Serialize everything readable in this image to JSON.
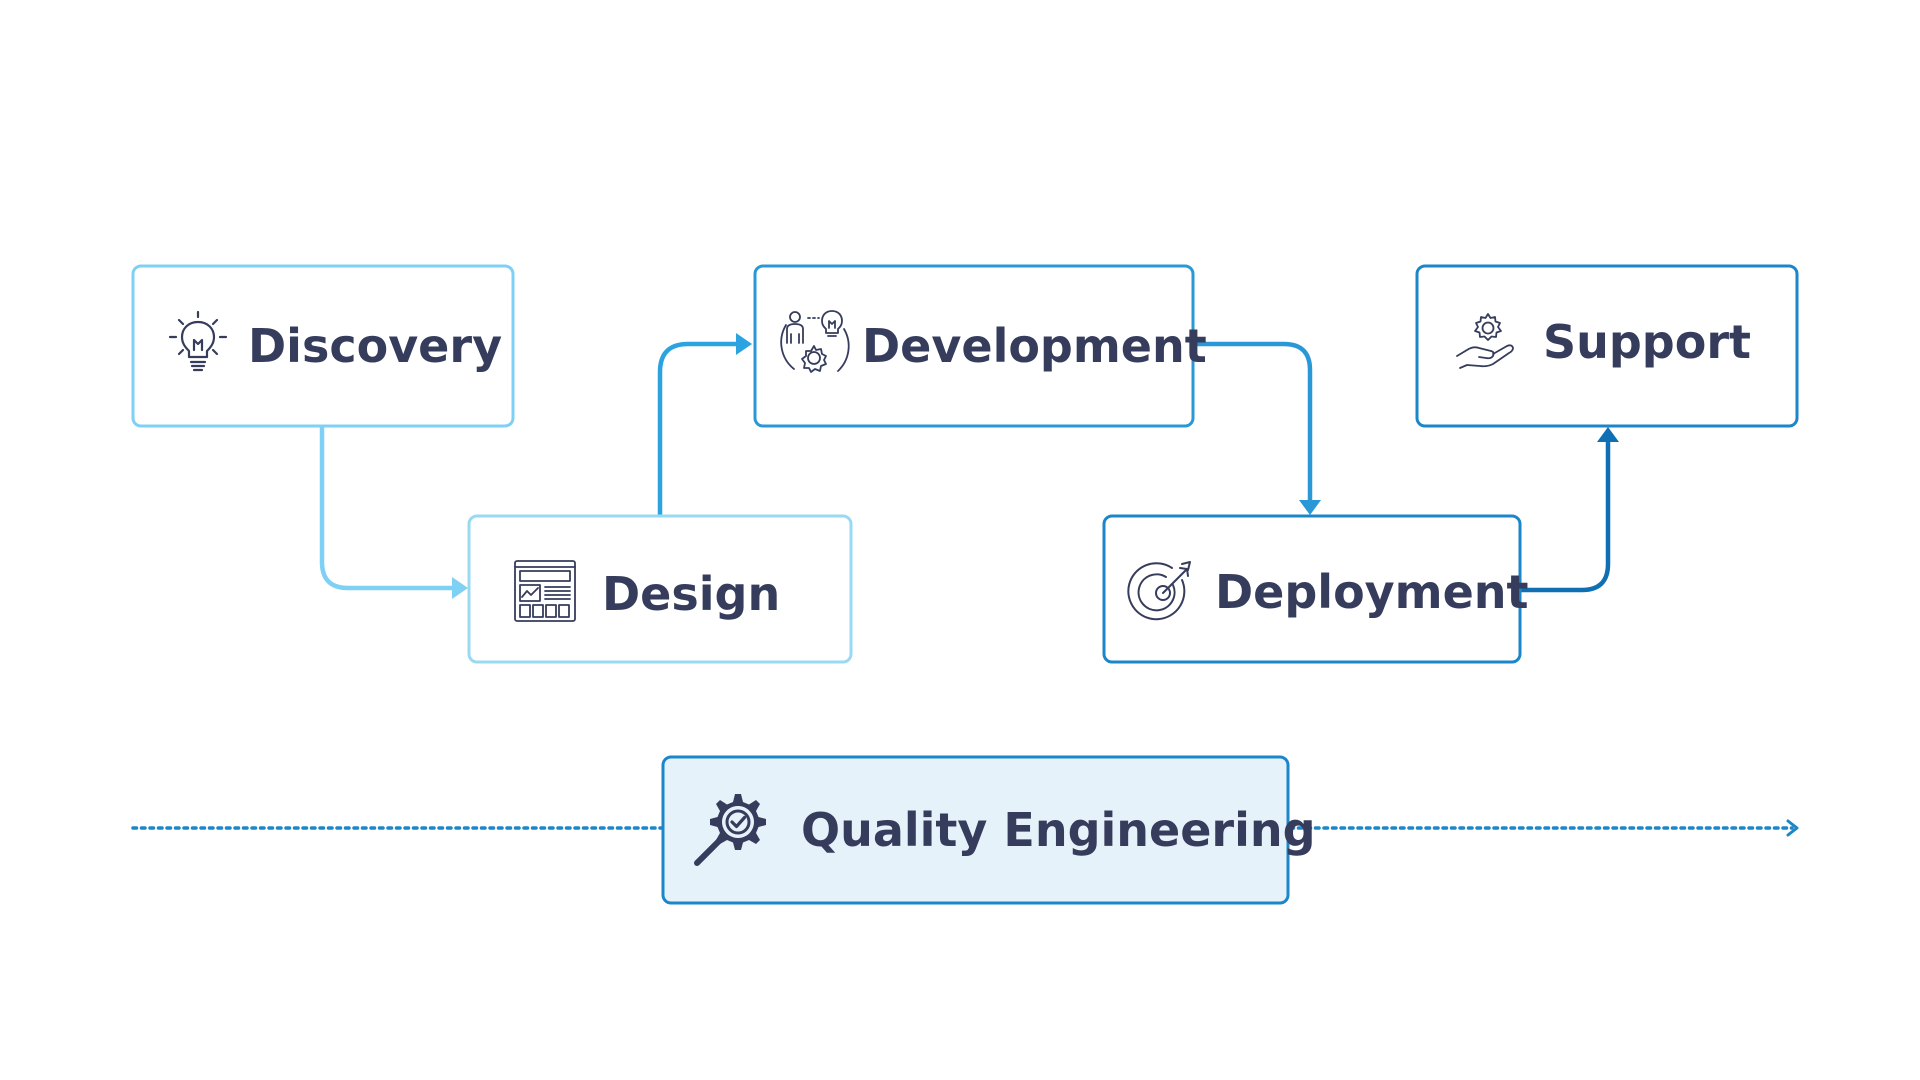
{
  "stages": [
    {
      "id": "discovery",
      "label": "Discovery",
      "icon": "lightbulb-icon",
      "color": "#7fd0f5"
    },
    {
      "id": "design",
      "label": "Design",
      "icon": "wireframe-layout-icon",
      "color": "#9ad9f3"
    },
    {
      "id": "development",
      "label": "Development",
      "icon": "team-idea-gear-icon",
      "color": "#2a98d6"
    },
    {
      "id": "deployment",
      "label": "Deployment",
      "icon": "target-arrow-icon",
      "color": "#1c86c9"
    },
    {
      "id": "support",
      "label": "Support",
      "icon": "hand-gear-icon",
      "color": "#1c86c9"
    }
  ],
  "quality": {
    "label": "Quality Engineering",
    "icon": "gear-magnifier-check-icon",
    "fill": "#e6f2fa",
    "border": "#1c86c9"
  },
  "colors": {
    "text": "#363c5c",
    "connector_light": "#7fd0f5",
    "connector_mid": "#2aa3e0",
    "connector_dark": "#1c86c9",
    "connector_darkest": "#0f6fb5",
    "timeline": "#1c86c9"
  }
}
